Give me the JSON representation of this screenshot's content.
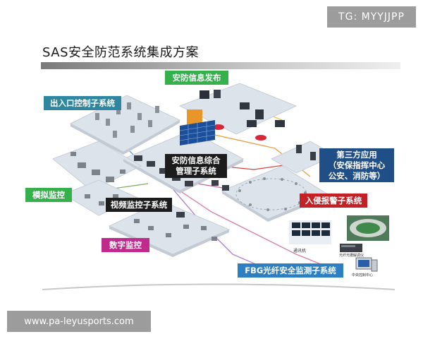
{
  "watermarks": {
    "telegram": "TG: MYYJJPP",
    "website": "www.pa-leyusports.com"
  },
  "title": "SAS安全防范系统集成方案",
  "subsystems": {
    "info_release": "安防信息发布",
    "access_control": "出入口控制子系统",
    "analog_monitor": "模拟监控",
    "video_monitor": "视频监控子系统",
    "digital_monitor": "数字监控",
    "core": [
      "安防信息综合",
      "管理子系统"
    ],
    "third_party": [
      "第三方应用",
      "（安保指挥中心",
      "公安、消防等）"
    ],
    "intrusion": "入侵报警子系统",
    "fbg": "FBG光纤安全监测子系统"
  },
  "small_labels": {
    "server_room": "通讯机",
    "fbg_host": "光纤光栅解调仪",
    "control_center": "中央控制中心"
  },
  "colors": {
    "green": "#34b14b",
    "teal": "#2f86a0",
    "magenta": "#bf2a8c",
    "red": "#c42127",
    "blue": "#2e7fc1",
    "navy": "#1f4f86",
    "black": "#1c1c1c",
    "platform": "#dde3ea"
  }
}
